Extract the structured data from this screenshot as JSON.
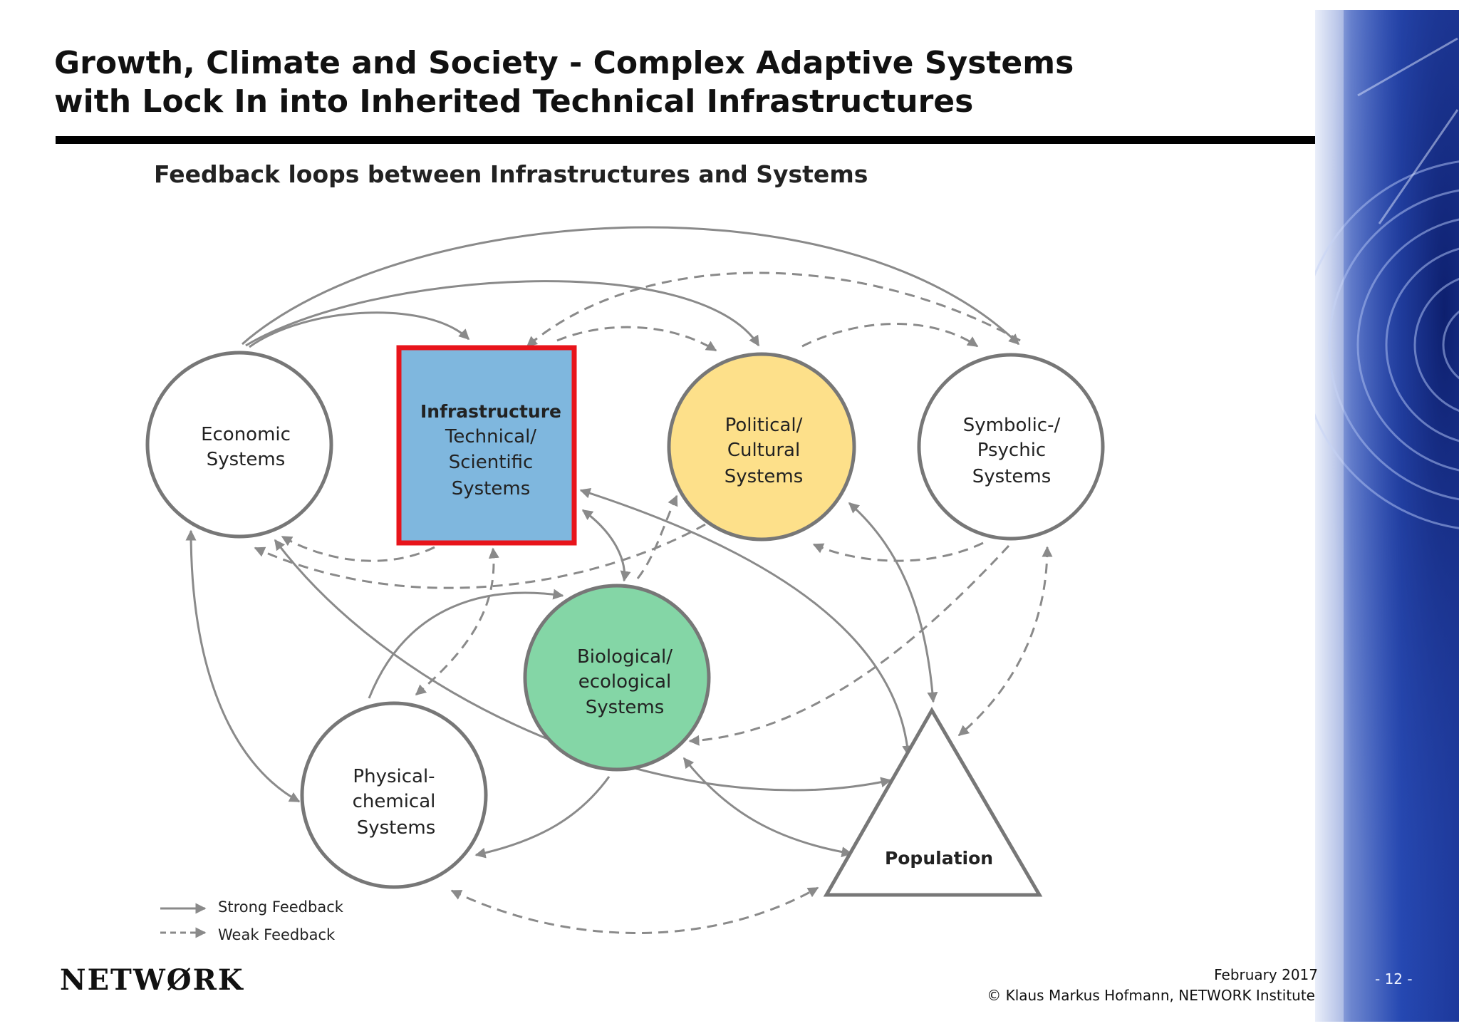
{
  "slide": {
    "title_line1": "Growth, Climate and Society - Complex Adaptive Systems",
    "title_line2": "with Lock In into Inherited Technical Infrastructures",
    "subtitle": "Feedback loops between Infrastructures and Systems"
  },
  "nodes": {
    "economic": {
      "lines": [
        "Economic",
        "Systems"
      ]
    },
    "infrastructure": {
      "lines": [
        "Infrastructure",
        "Technical/",
        "Scientific",
        "Systems"
      ],
      "fill": "#7fb7de",
      "border": "#e8141b"
    },
    "political": {
      "lines": [
        "Political/",
        "Cultural",
        "Systems"
      ],
      "fill": "#fde08a"
    },
    "symbolic": {
      "lines": [
        "Symbolic-/",
        "Psychic",
        "Systems"
      ]
    },
    "biological": {
      "lines": [
        "Biological/",
        "ecological",
        "Systems"
      ],
      "fill": "#84d6a6"
    },
    "physical": {
      "lines": [
        "Physical-",
        "chemical",
        "Systems"
      ]
    },
    "population": {
      "label": "Population"
    }
  },
  "legend": {
    "strong": "Strong Feedback",
    "weak": "Weak Feedback"
  },
  "footer": {
    "logo": "NETWØRK",
    "date": "February 2017",
    "copyright": "© Klaus Markus Hofmann, NETWORK Institute",
    "page": "- 12 -"
  },
  "colors": {
    "arrow": "#8a8a8a",
    "node_border": "#777777",
    "title_rule": "#000000"
  }
}
